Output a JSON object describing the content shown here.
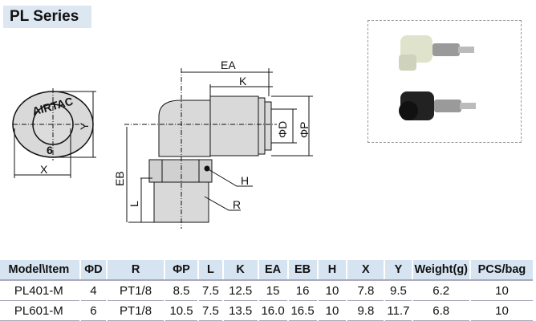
{
  "title": "PL Series",
  "drawing": {
    "brand": "AIRTAC",
    "size_mark": "6",
    "labels": {
      "x": "X",
      "y": "Y",
      "ea": "EA",
      "k": "K",
      "d": "ΦD",
      "p": "ΦP",
      "eb": "EB",
      "l": "L",
      "h": "H",
      "r": "R"
    }
  },
  "table": {
    "headers": [
      "Model\\Item",
      "ΦD",
      "R",
      "ΦP",
      "L",
      "K",
      "EA",
      "EB",
      "H",
      "X",
      "Y",
      "Weight(g)",
      "PCS/bag"
    ],
    "rows": [
      [
        "PL401-M",
        "4",
        "PT1/8",
        "8.5",
        "7.5",
        "12.5",
        "15",
        "16",
        "10",
        "7.8",
        "9.5",
        "6.2",
        "10"
      ],
      [
        "PL601-M",
        "6",
        "PT1/8",
        "10.5",
        "7.5",
        "13.5",
        "16.0",
        "16.5",
        "10",
        "9.8",
        "11.7",
        "6.8",
        "10"
      ]
    ]
  }
}
